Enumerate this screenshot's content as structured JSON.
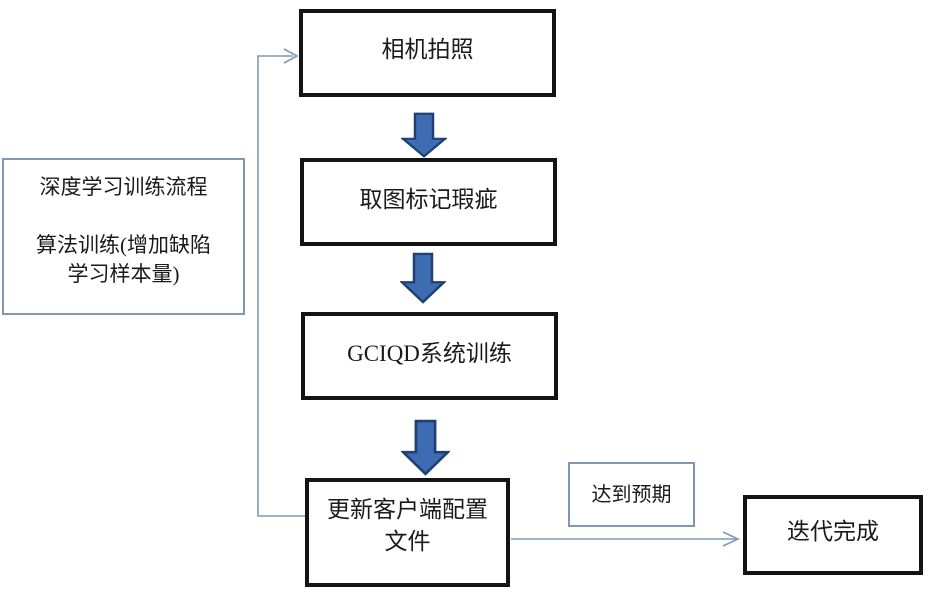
{
  "diagram": {
    "type": "flowchart",
    "nodes": {
      "camera": {
        "label": "相机拍照"
      },
      "mark_defects": {
        "label": "取图标记瑕疵"
      },
      "system_training": {
        "label": "GCIQD系统训练"
      },
      "update_client": {
        "label": "更新客户端配置\n文件"
      },
      "process_note": {
        "label": "深度学习训练流程\n\n算法训练(增加缺陷\n学习样本量)"
      },
      "expectation": {
        "label": "达到预期"
      },
      "done": {
        "label": "迭代完成"
      }
    },
    "edges": {
      "camera_to_mark": "down-arrow",
      "mark_to_training": "down-arrow",
      "training_to_update": "down-arrow",
      "update_to_camera": "feedback-loop-left",
      "update_to_done": "right-arrow"
    },
    "colors": {
      "node_border": "#141414",
      "note_border": "#8096b4",
      "connector": "#7e9ab8",
      "arrow_fill": "#3d6cb3",
      "arrow_stroke": "#204073",
      "text": "#1a1a1a",
      "background": "#ffffff"
    }
  }
}
